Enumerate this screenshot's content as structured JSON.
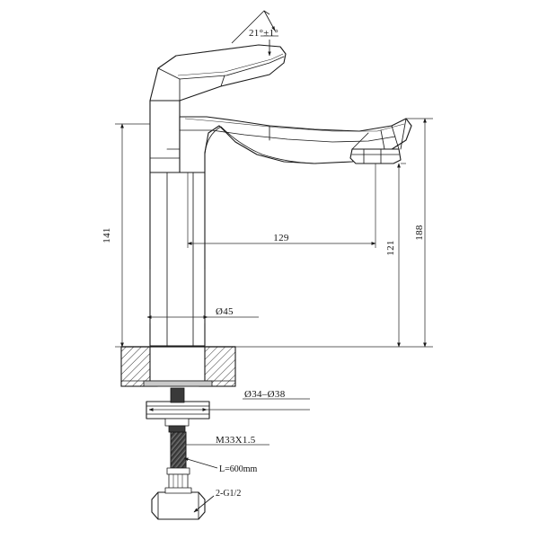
{
  "drawing": {
    "title": "Single-Handle Basin Faucet Dimensional Drawing",
    "subject": "bathroom-basin-mixer-faucet",
    "view": "side elevation section",
    "units": "mm",
    "background_color": "#ffffff",
    "line_color": "#1a1a1a"
  },
  "annotations": {
    "handle_angle": {
      "label": "21°±1°",
      "describes": "handle lever tilt angle from horizontal"
    },
    "overall_height": {
      "label": "188",
      "describes": "overall height from counter surface to top of spout"
    },
    "body_height": {
      "label": "141",
      "describes": "height from counter surface to top of handle body"
    },
    "spout_height": {
      "label": "121",
      "describes": "height from counter surface to spout outlet"
    },
    "spout_reach": {
      "label": "129",
      "describes": "horizontal reach from body centerline to spout outlet"
    },
    "base_diameter": {
      "label": "Ø45",
      "describes": "diameter of faucet base column"
    },
    "hole_diameter": {
      "label": "Ø34–Ø38",
      "describes": "required counter mounting hole diameter range"
    },
    "thread_spec": {
      "label": "M33X1.5",
      "describes": "mounting shank thread specification"
    },
    "hose_length": {
      "label": "L=600mm",
      "describes": "flexible supply hose length"
    },
    "connection_spec": {
      "label": "2-G1/2",
      "describes": "two G1/2 inlet connections"
    }
  },
  "dimension_list": [
    {
      "id": "handle-angle",
      "label": "21°±1°",
      "orientation": "leader"
    },
    {
      "id": "overall-height",
      "label": "188",
      "orientation": "vertical"
    },
    {
      "id": "body-height",
      "label": "141",
      "orientation": "vertical"
    },
    {
      "id": "spout-height",
      "label": "121",
      "orientation": "vertical"
    },
    {
      "id": "spout-reach",
      "label": "129",
      "orientation": "horizontal"
    },
    {
      "id": "base-diameter",
      "label": "Ø45",
      "orientation": "horizontal"
    },
    {
      "id": "hole-diameter",
      "label": "Ø34–Ø38",
      "orientation": "leader"
    },
    {
      "id": "thread-spec",
      "label": "M33X1.5",
      "orientation": "leader"
    },
    {
      "id": "hose-length",
      "label": "L=600mm",
      "orientation": "leader"
    },
    {
      "id": "connection",
      "label": "2-G1/2",
      "orientation": "leader"
    }
  ],
  "components": [
    {
      "id": "handle-lever",
      "name": "handle lever"
    },
    {
      "id": "handle-body",
      "name": "handle body / cartridge housing"
    },
    {
      "id": "spout-arm",
      "name": "curved spout arm"
    },
    {
      "id": "spout-outlet",
      "name": "spout outlet / aerator"
    },
    {
      "id": "base-column",
      "name": "cylindrical base column"
    },
    {
      "id": "countertop",
      "name": "countertop section (hatched)"
    },
    {
      "id": "mounting-bracket",
      "name": "mounting bracket plate"
    },
    {
      "id": "threaded-shank",
      "name": "threaded mounting shank"
    },
    {
      "id": "supply-hose",
      "name": "braided flexible supply hose"
    },
    {
      "id": "hex-nut",
      "name": "hex coupling nut"
    }
  ]
}
